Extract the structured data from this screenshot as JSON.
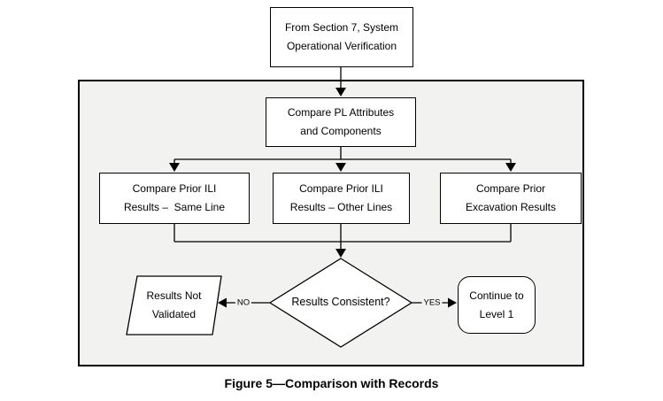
{
  "figure": {
    "caption": "Figure 5—Comparison with Records",
    "type": "flowchart"
  },
  "colors": {
    "line": "#000000",
    "container_fill": "#f2f2f0",
    "node_fill": "#ffffff",
    "text": "#000000"
  },
  "nodes": {
    "source": {
      "shape": "rectangle",
      "label": "From Section 7, System\nOperational Verification"
    },
    "compare_pl": {
      "shape": "rectangle",
      "label": "Compare PL Attributes\nand Components"
    },
    "ili_same": {
      "shape": "rectangle",
      "label": "Compare Prior ILI\nResults –  Same Line"
    },
    "ili_other": {
      "shape": "rectangle",
      "label": "Compare Prior ILI\nResults – Other Lines"
    },
    "excavation": {
      "shape": "rectangle",
      "label": "Compare Prior\nExcavation Results"
    },
    "decision": {
      "shape": "diamond",
      "label": "Results Consistent?"
    },
    "not_validated": {
      "shape": "parallelogram",
      "label": "Results Not\nValidated"
    },
    "continue_level1": {
      "shape": "rounded-rectangle",
      "label": "Continue to\nLevel 1"
    }
  },
  "edge_labels": {
    "no": "NO",
    "yes": "YES"
  },
  "edges": [
    {
      "from": "source",
      "to": "compare_pl"
    },
    {
      "from": "compare_pl",
      "to": "ili_same"
    },
    {
      "from": "compare_pl",
      "to": "ili_other"
    },
    {
      "from": "compare_pl",
      "to": "excavation"
    },
    {
      "from": "ili_same",
      "to": "decision"
    },
    {
      "from": "ili_other",
      "to": "decision"
    },
    {
      "from": "excavation",
      "to": "decision"
    },
    {
      "from": "decision",
      "to": "not_validated",
      "label": "NO"
    },
    {
      "from": "decision",
      "to": "continue_level1",
      "label": "YES"
    }
  ]
}
